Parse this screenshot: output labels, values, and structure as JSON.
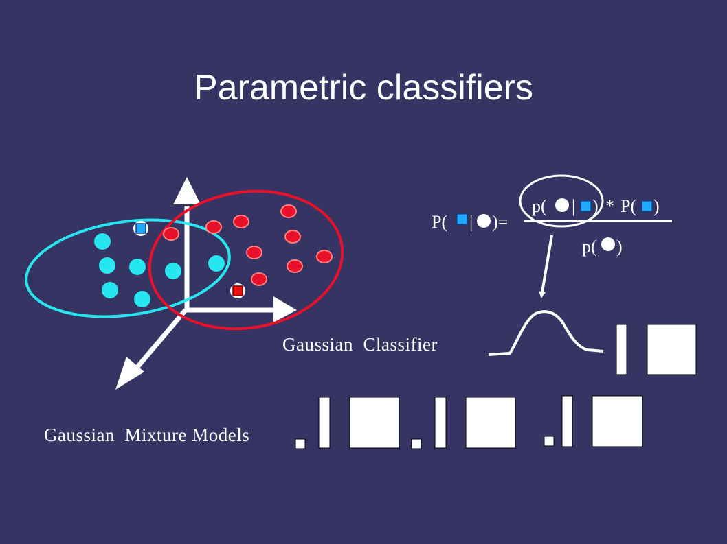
{
  "slide": {
    "title": "Parametric classifiers",
    "labels": {
      "gaussian_classifier": "Gaussian  Classifier",
      "gaussian_mixture_models": "Gaussian  Mixture Models"
    }
  },
  "formula": {
    "lhs_open": "P(",
    "lhs_sep": "|",
    "lhs_close": ")=",
    "num_open": "p(",
    "num_sep": "|",
    "num_close": ")",
    "num_times": "*",
    "num_prior_open": "P(",
    "num_prior_close": ")",
    "den_open": "p(",
    "den_close": ")"
  },
  "colors": {
    "background": "#353463",
    "cyan_class": "#28e6f0",
    "red_class": "#e8102a",
    "blue_square": "#1ea8ff",
    "red_square": "#ee1111",
    "white": "#ffffff"
  }
}
